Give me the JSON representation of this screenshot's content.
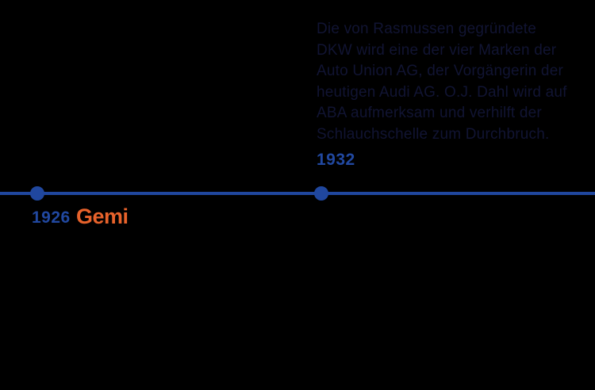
{
  "colors": {
    "background": "#000000",
    "timeline-blue": "#20479E",
    "year-blue": "#2148A0",
    "logo-orange": "#E7622B",
    "text-navy": "#111433"
  },
  "timeline": {
    "events": [
      {
        "year": "1926",
        "label_position": "below-line"
      },
      {
        "year": "1932",
        "label_position": "above-line"
      }
    ]
  },
  "logo": {
    "text": "Gemi"
  },
  "description": {
    "full_text": "Die von Rasmussen gegründete DKW wird eine der vier Marken der Auto Union AG, der Vorgängerin der heutigen Audi AG. O.J. Dahl wird auf ABA aufmerksam und verhilft der Schlauchschelle zum Durchbruch.",
    "lines": [
      "Die von Rasmussen gegründete",
      "DKW wird eine der vier Marken der",
      "Auto Union AG, der Vorgängerin der",
      "heutigen Audi AG. O.J. Dahl wird auf",
      "ABA aufmerksam und verhilft der",
      "Schlauchschelle zum Durchbruch."
    ]
  }
}
